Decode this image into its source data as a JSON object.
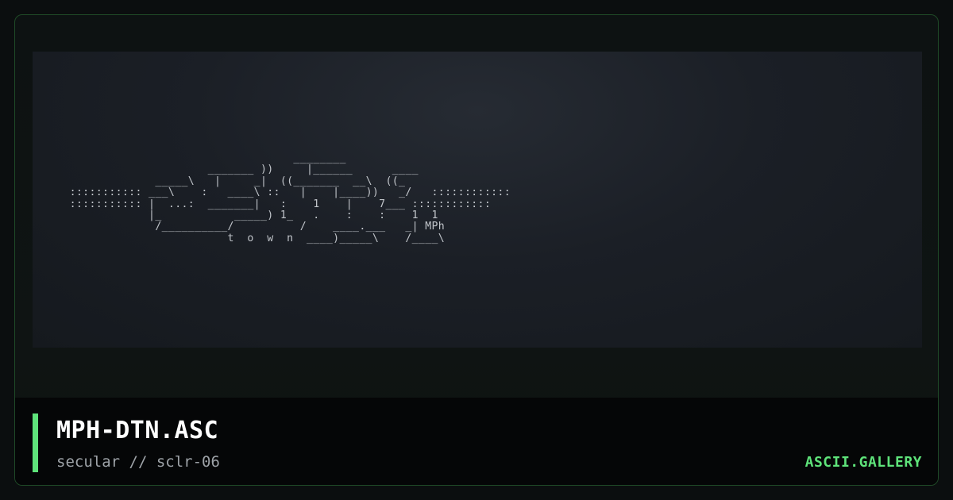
{
  "artwork": {
    "ascii": "                                    ________\n                       _______ ))     |______      ____\n               _____\\   |     _|  ((_______  __\\  ((_\n  ::::::::::: ___\\    :   ____\\ ::   |    |____))   _/   ::::::::::::\n  ::::::::::: |  ...:  _______|   :    1    |    7___ ::::::::::::\n              |_           _____) 1_   .    :    :    1  1\n               /__________/          /    ____.___   _| MPh\n                          t  o  w  n  ____)_____\\    /____\\"
  },
  "footer": {
    "title": "MPH-DTN.ASC",
    "subtitle": "secular // sclr-06",
    "brand": "ASCII.GALLERY"
  },
  "colors": {
    "accent": "#5ee37a",
    "background": "#0b0e0f",
    "panel": "#1b1f26",
    "frame_border": "#1f4a27",
    "title_text": "#ffffff",
    "subtitle_text": "#9ea3a8"
  }
}
